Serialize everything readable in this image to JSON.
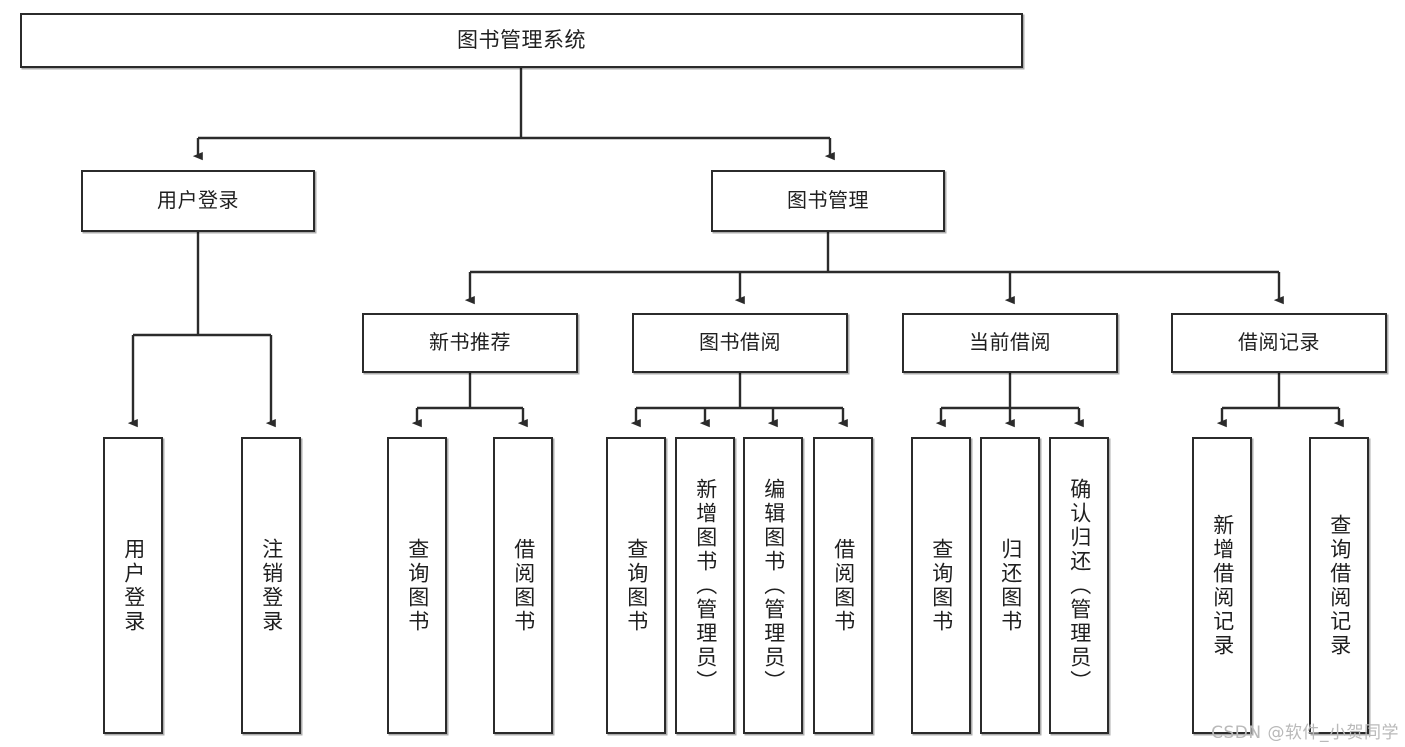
{
  "diagram": {
    "title": "图书管理系统",
    "type": "hierarchy-tree",
    "watermark": "CSDN @软件_小贺同学",
    "colors": {
      "box_border": "#2b2b2b",
      "box_fill": "#ffffff",
      "connector": "#2b2b2b",
      "text": "#1f1f1f",
      "watermark": "#b9b9b9"
    },
    "levels": {
      "root": "图书管理系统",
      "level2": [
        "用户登录",
        "图书管理"
      ],
      "level3": [
        "新书推荐",
        "图书借阅",
        "当前借阅",
        "借阅记录"
      ]
    },
    "nodes": {
      "root": {
        "label": "图书管理系统"
      },
      "user_login": {
        "label": "用户登录"
      },
      "book_manage": {
        "label": "图书管理"
      },
      "new_book_rec": {
        "label": "新书推荐"
      },
      "book_borrow": {
        "label": "图书借阅"
      },
      "current_borrow": {
        "label": "当前借阅"
      },
      "borrow_record": {
        "label": "借阅记录"
      },
      "leaf_user_login": {
        "label": "用户登录"
      },
      "leaf_user_logout": {
        "label": "注销登录"
      },
      "leaf_rec_query": {
        "label": "查询图书"
      },
      "leaf_rec_borrow": {
        "label": "借阅图书"
      },
      "leaf_bb_query": {
        "label": "查询图书"
      },
      "leaf_bb_add": {
        "label": "新增图书（管理员）"
      },
      "leaf_bb_edit": {
        "label": "编辑图书（管理员）"
      },
      "leaf_bb_borrow": {
        "label": "借阅图书"
      },
      "leaf_cb_query": {
        "label": "查询图书"
      },
      "leaf_cb_return": {
        "label": "归还图书"
      },
      "leaf_cb_confirm": {
        "label": "确认归还（管理员）"
      },
      "leaf_br_add": {
        "label": "新增借阅记录"
      },
      "leaf_br_query": {
        "label": "查询借阅记录"
      }
    },
    "edges": [
      {
        "from": "root",
        "to": "用户登录"
      },
      {
        "from": "root",
        "to": "图书管理"
      },
      {
        "from": "用户登录",
        "to": "用户登录(叶)"
      },
      {
        "from": "用户登录",
        "to": "注销登录"
      },
      {
        "from": "图书管理",
        "to": "新书推荐"
      },
      {
        "from": "图书管理",
        "to": "图书借阅"
      },
      {
        "from": "图书管理",
        "to": "当前借阅"
      },
      {
        "from": "图书管理",
        "to": "借阅记录"
      },
      {
        "from": "新书推荐",
        "to": "查询图书"
      },
      {
        "from": "新书推荐",
        "to": "借阅图书"
      },
      {
        "from": "图书借阅",
        "to": "查询图书"
      },
      {
        "from": "图书借阅",
        "to": "新增图书（管理员）"
      },
      {
        "from": "图书借阅",
        "to": "编辑图书（管理员）"
      },
      {
        "from": "图书借阅",
        "to": "借阅图书"
      },
      {
        "from": "当前借阅",
        "to": "查询图书"
      },
      {
        "from": "当前借阅",
        "to": "归还图书"
      },
      {
        "from": "当前借阅",
        "to": "确认归还（管理员）"
      },
      {
        "from": "借阅记录",
        "to": "新增借阅记录"
      },
      {
        "from": "借阅记录",
        "to": "查询借阅记录"
      }
    ]
  }
}
